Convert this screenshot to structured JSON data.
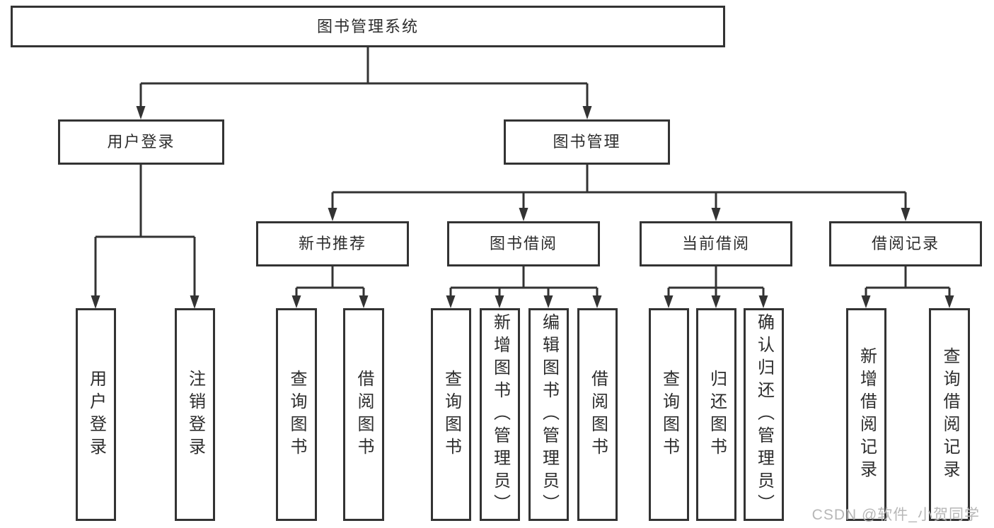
{
  "tree": {
    "label": "图书管理系统",
    "children": [
      {
        "label": "用户登录",
        "children": [
          {
            "label": "用户登录"
          },
          {
            "label": "注销登录"
          }
        ]
      },
      {
        "label": "图书管理",
        "children": [
          {
            "label": "新书推荐",
            "children": [
              {
                "label": "查询图书"
              },
              {
                "label": "借阅图书"
              }
            ]
          },
          {
            "label": "图书借阅",
            "children": [
              {
                "label": "查询图书"
              },
              {
                "label": "新增图书（管理员）"
              },
              {
                "label": "编辑图书（管理员）"
              },
              {
                "label": "借阅图书"
              }
            ]
          },
          {
            "label": "当前借阅",
            "children": [
              {
                "label": "查询图书"
              },
              {
                "label": "归还图书"
              },
              {
                "label": "确认归还（管理员）"
              }
            ]
          },
          {
            "label": "借阅记录",
            "children": [
              {
                "label": "新增借阅记录"
              },
              {
                "label": "查询借阅记录"
              }
            ]
          }
        ]
      }
    ]
  },
  "watermark": {
    "text": "CSDN @软件_小贺同学"
  },
  "colors": {
    "line": "#333333",
    "border": "#333333",
    "text": "#2d2d2d",
    "watermark": "#b7b7b7",
    "background": "#ffffff"
  }
}
